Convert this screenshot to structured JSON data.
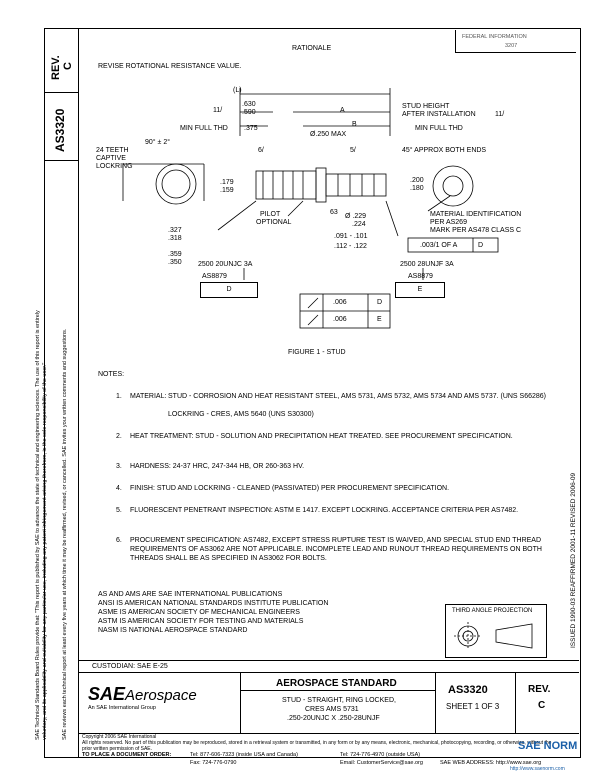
{
  "header": {
    "rev_label": "REV.",
    "rev_value": "C",
    "doc_number": "AS3320",
    "rationale_title": "RATIONALE",
    "rationale_text": "REVISE ROTATIONAL RESISTANCE VALUE.",
    "stamp_line1": "FEDERAL INFORMATION",
    "stamp_line2": "3207"
  },
  "side_text": {
    "line1": "SAE Technical Standards Board Rules provide that: \"This report is published by SAE to advance the state of technical and engineering sciences. The use of this report is entirely",
    "line2": "voluntary, and its applicability and suitability for any particular use, including any patent infringement arising therefrom, is the sole responsibility of the user.\"",
    "line3": "SAE reviews each technical report at least every five years at which time it may be reaffirmed, revised, or cancelled. SAE invites your written comments and suggestions.",
    "dates": "ISSUED 1990-03    REAFFIRMED 2001-11    REVISED 2006-09"
  },
  "drawing": {
    "l_label": "(L)",
    "a_label": "A",
    "b_label": "B",
    "dim_630": ".630",
    "dim_590": ".590",
    "dim_375": ".375",
    "dim_250": "Ø.250 MAX",
    "min_full_thd_left": "MIN FULL THD",
    "min_full_thd_right": "MIN FULL THD",
    "eleven_left": "11/",
    "eleven_right": "11/",
    "stud_height": "STUD HEIGHT",
    "after_install": "AFTER INSTALLATION",
    "teeth1": "24 TEETH",
    "teeth2": "CAPTIVE",
    "teeth3": "LOCKRING",
    "angle": "90° ± 2°",
    "six_left": "6/",
    "six_right": "5/",
    "chamfer": "45° APPROX BOTH ENDS",
    "d179": ".179",
    "d159": ".159",
    "d200": ".200",
    "d180": ".180",
    "d327": ".327",
    "d318": ".318",
    "d359": ".359",
    "d350": ".350",
    "pilot1": "PILOT",
    "pilot2": "OPTIONAL",
    "d229": "Ø .229",
    "d224": ".224",
    "sixtythree": "63",
    "d091": ".091 - .101",
    "d112": ".112 - .122",
    "mat_id1": "MATERIAL IDENTIFICATION",
    "mat_id2": "PER AS269",
    "mat_id3": "MARK PER AS478 CLASS C",
    "fcf_tol": ".003/1 OF A",
    "fcf_ref": "D",
    "thread_left": "2500 20UNJC 3A",
    "thread_right": "2500 28UNJF 3A",
    "as8879_left": "AS8879",
    "as8879_right": "AS8879",
    "datum_d": "D",
    "datum_e": "E",
    "table_r1_val": ".006",
    "table_r1_ref": "D",
    "table_r2_val": ".006",
    "table_r2_ref": "E",
    "figure_caption": "FIGURE 1 - STUD"
  },
  "notes": {
    "heading": "NOTES:",
    "items": [
      {
        "num": "1.",
        "label": "MATERIAL:",
        "text": "STUD - CORROSION AND HEAT RESISTANT STEEL, AMS 5731, AMS 5732, AMS 5734 AND AMS 5737. (UNS S66286)",
        "text2": "LOCKRING - CRES, AMS 5640  (UNS S30300)"
      },
      {
        "num": "2.",
        "text": "HEAT TREATMENT:  STUD - SOLUTION AND PRECIPITATION HEAT TREATED.  SEE PROCUREMENT SPECIFICATION."
      },
      {
        "num": "3.",
        "text": "HARDNESS:  24-37 HRC, 247-344 HB, OR 260-363 HV."
      },
      {
        "num": "4.",
        "text": "FINISH:  STUD AND LOCKRING - CLEANED (PASSIVATED) PER PROCUREMENT SPECIFICATION."
      },
      {
        "num": "5.",
        "text": "FLUORESCENT PENETRANT INSPECTION:  ASTM E 1417.  EXCEPT LOCKRING.  ACCEPTANCE CRITERIA PER AS7482."
      },
      {
        "num": "6.",
        "text": "PROCUREMENT SPECIFICATION:  AS7482, EXCEPT STRESS RUPTURE TEST IS WAIVED, AND SPECIAL STUD END THREAD REQUIREMENTS OF AS3062 ARE NOT APPLICABLE.  INCOMPLETE LEAD AND RUNOUT THREAD REQUIREMENTS ON BOTH THREADS SHALL BE AS SPECIFIED IN AS3062 FOR BOLTS."
      }
    ]
  },
  "publications": [
    "AS AND AMS ARE SAE INTERNATIONAL PUBLICATIONS",
    "ANSI IS AMERICAN NATIONAL STANDARDS INSTITUTE PUBLICATION",
    "ASME IS AMERICAN SOCIETY OF MECHANICAL ENGINEERS",
    "ASTM IS AMERICAN SOCIETY FOR TESTING AND MATERIALS",
    "NASM IS NATIONAL AEROSPACE STANDARD"
  ],
  "projection_label": "THIRD ANGLE PROJECTION",
  "title_block": {
    "custodian": "CUSTODIAN: SAE E-25",
    "logo_sae": "SAE",
    "logo_aero": "Aerospace",
    "logo_sub": "An SAE International Group",
    "standard": "AEROSPACE STANDARD",
    "desc1": "STUD - STRAIGHT, RING LOCKED,",
    "desc2": "CRES AMS 5731",
    "desc3": ".250-20UNJC X .250-28UNJF",
    "doc_number": "AS3320",
    "sheet": "SHEET 1 OF 3",
    "rev_label": "REV.",
    "rev_value": "C"
  },
  "footer": {
    "copyright": "Copyright 2006 SAE International",
    "rights": "All rights reserved. No part of this publication may be reproduced, stored in a retrieval system or transmitted, in any form or by any means, electronic, mechanical, photocopying, recording, or otherwise, without the prior written permission of SAE.",
    "order_label": "TO PLACE A DOCUMENT ORDER:",
    "tel1": "Tel: 877-606-7323 (inside USA and Canada)",
    "tel2": "Tel: 724-776-4970 (outside USA)",
    "fax": "Fax: 724-776-0790",
    "email": "Email: CustomerService@sae.org",
    "web": "SAE WEB ADDRESS: http://www.sae.org",
    "watermark": "SAE NORM",
    "watermark_url": "http://www.saenorm.com"
  }
}
